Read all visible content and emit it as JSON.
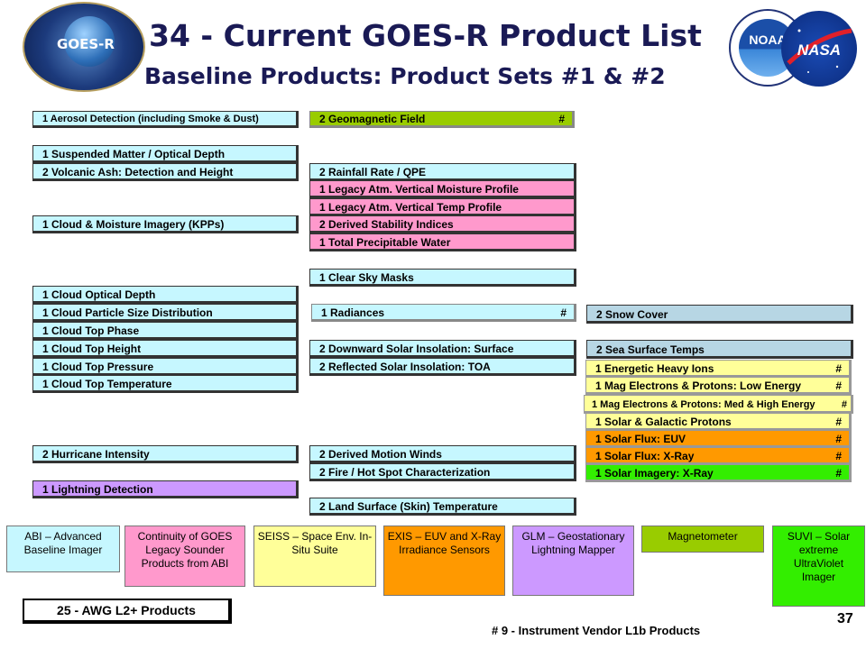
{
  "title": {
    "line1": "34 - Current GOES-R Product List",
    "line2": "Baseline Products: Product Sets #1 & #2"
  },
  "logos": {
    "goes": "GOES-R",
    "noaa": "NOAA",
    "nasa": "NASA"
  },
  "colors": {
    "abi": "#c6f7ff",
    "sounder": "#ff99cc",
    "seiss": "#ffff99",
    "exis": "#ff9900",
    "glm": "#cc99ff",
    "magnetometer": "#99cc00",
    "suvi": "#33ee00",
    "snow_sst": "#b7d6e4"
  },
  "products": {
    "aerosol": "1  Aerosol Detection (including  Smoke & Dust)",
    "geomagnetic": "2  Geomagnetic  Field",
    "geomagnetic_mark": "#",
    "suspended": "1  Suspended Matter / Optical Depth",
    "volcanic": "2  Volcanic Ash: Detection  and  Height",
    "rainfall": "2  Rainfall Rate / QPE",
    "moisture_profile": "1  Legacy Atm. Vertical Moisture Profile",
    "temp_profile": "1  Legacy Atm. Vertical Temp Profile",
    "cloud_moisture": "1  Cloud & Moisture  Imagery (KPPs)",
    "stability": "2  Derived Stability Indices",
    "precip_water": "1  Total Precipitable Water",
    "clear_sky": "1  Clear Sky Masks",
    "cloud_optical": "1  Cloud Optical  Depth",
    "particle_size": "1  Cloud Particle  Size Distribution",
    "radiances": "1  Radiances",
    "radiances_mark": "#",
    "snow_cover": "2  Snow Cover",
    "top_phase": "1  Cloud Top Phase",
    "top_height": "1  Cloud Top Height",
    "downward_solar": "2  Downward  Solar Insolation:  Surface",
    "sst": "2  Sea Surface  Temps",
    "top_pressure": "1  Cloud Top Pressure",
    "reflected_solar": "2  Reflected  Solar Insolation:  TOA",
    "heavy_ions": "1  Energetic Heavy Ions",
    "heavy_ions_mark": "#",
    "top_temperature": "1  Cloud Top Temperature",
    "mag_low": "1  Mag Electrons & Protons:  Low Energy",
    "mag_low_mark": "#",
    "mag_high": "1  Mag Electrons & Protons: Med & High Energy",
    "mag_high_mark": "#",
    "galactic": "1  Solar & Galactic Protons",
    "galactic_mark": "#",
    "hurricane": "2  Hurricane  Intensity",
    "motion_winds": "2  Derived Motion Winds",
    "euv": "1  Solar Flux:  EUV",
    "euv_mark": "#",
    "fire": "2  Fire / Hot Spot Characterization",
    "xray": "1  Solar Flux:  X-Ray",
    "xray_mark": "#",
    "lightning": "1  Lightning Detection",
    "solar_imagery": "1  Solar Imagery:  X-Ray",
    "solar_imagery_mark": "#",
    "land_surface": "2  Land Surface  (Skin) Temperature"
  },
  "instruments": {
    "abi": "ABI – Advanced Baseline Imager",
    "sounder": "Continuity of GOES Legacy Sounder Products from ABI",
    "seiss": "SEISS – Space Env. In-Situ Suite",
    "exis": "EXIS – EUV and X-Ray Irradiance Sensors",
    "glm": "GLM – Geostationary Lightning Mapper",
    "magnetometer": "Magnetometer",
    "suvi": "SUVI – Solar extreme UltraViolet Imager"
  },
  "footer": {
    "awg": "25 - AWG L2+ Products",
    "vendor": "# 9 - Instrument Vendor  L1b Products",
    "page_number": "37"
  }
}
